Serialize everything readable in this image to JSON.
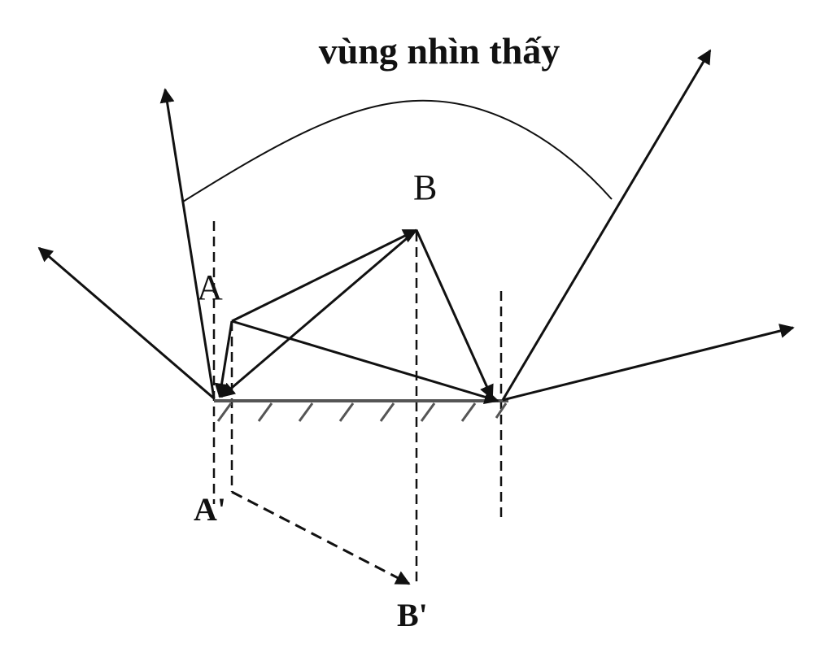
{
  "title": "vùng nhìn thấy",
  "labels": {
    "point_a": "A",
    "point_b": "B",
    "image_a": "A'",
    "image_b": "B'"
  },
  "colors": {
    "ink": "#111111",
    "mirror": "#555555"
  }
}
